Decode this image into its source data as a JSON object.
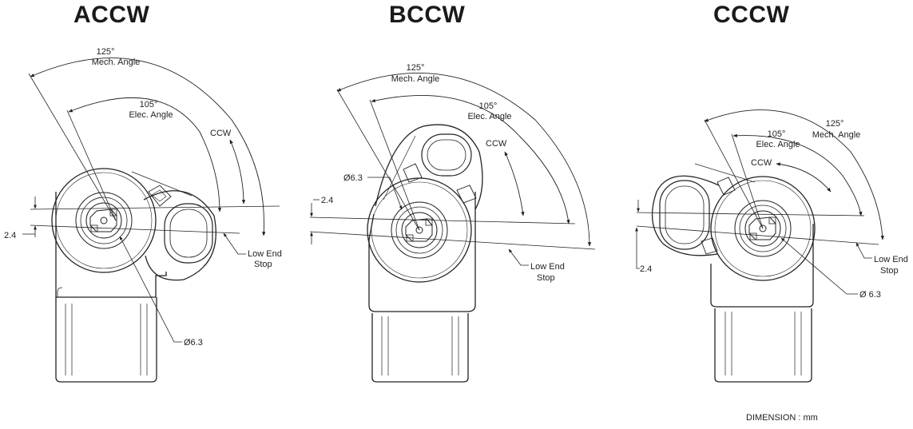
{
  "views": [
    {
      "title": "ACCW",
      "mech_angle_value": "125°",
      "mech_angle_label": "Mech. Angle",
      "elec_angle_value": "105°",
      "elec_angle_label": "Elec. Angle",
      "direction": "CCW",
      "low_end_line1": "Low End",
      "low_end_line2": "Stop",
      "offset_dim": "2.4",
      "diameter_dim": "Ø6.3"
    },
    {
      "title": "BCCW",
      "mech_angle_value": "125°",
      "mech_angle_label": "Mech. Angle",
      "elec_angle_value": "105°",
      "elec_angle_label": "Elec. Angle",
      "direction": "CCW",
      "low_end_line1": "Low End",
      "low_end_line2": "Stop",
      "offset_dim": "2.4",
      "diameter_dim": "Ø6.3"
    },
    {
      "title": "CCCW",
      "mech_angle_value": "125°",
      "mech_angle_label": "Mech. Angle",
      "elec_angle_value": "105°",
      "elec_angle_label": "Elec. Angle",
      "direction": "CCW",
      "low_end_line1": "Low End",
      "low_end_line2": "Stop",
      "offset_dim": "2.4",
      "diameter_dim": "Ø  6.3"
    }
  ],
  "footer": "DIMENSION : mm"
}
